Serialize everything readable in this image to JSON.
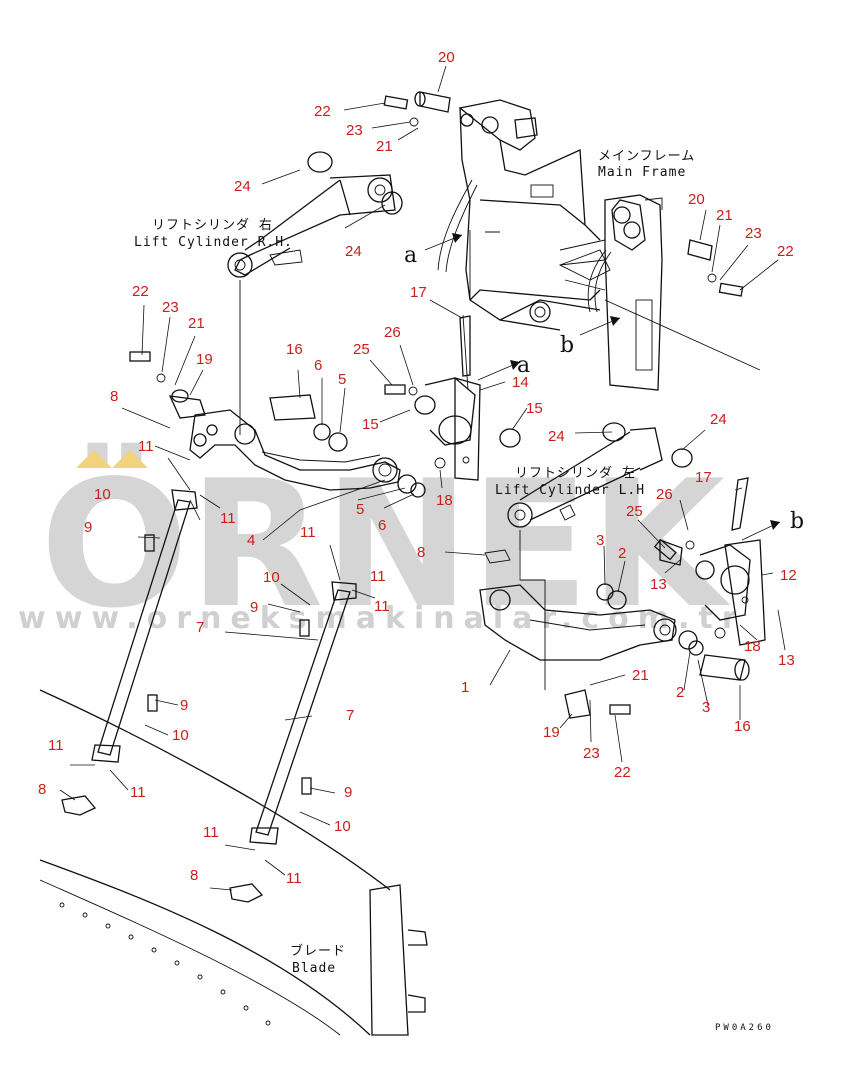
{
  "watermark": {
    "brand": "ÖRNEK",
    "url": "www.orneksmakinalar.com.tr"
  },
  "labels": {
    "main_frame_jp": "メインフレーム",
    "main_frame_en": "Main Frame",
    "lift_rh_jp": "リフトシリンダ 右",
    "lift_rh_en": "Lift Cylinder R.H.",
    "lift_lh_jp": "リフトシリンダ 左",
    "lift_lh_en": "Lift Cylinder L.H",
    "blade_jp": "ブレード",
    "blade_en": "Blade",
    "arrow_a": "a",
    "arrow_b": "b",
    "drawing_code": "PW0A260"
  },
  "callouts": [
    "20",
    "22",
    "23",
    "21",
    "24",
    "24",
    "20",
    "21",
    "23",
    "22",
    "17",
    "26",
    "25",
    "14",
    "15",
    "15",
    "16",
    "6",
    "5",
    "22",
    "23",
    "21",
    "19",
    "8",
    "11",
    "11",
    "10",
    "9",
    "4",
    "5",
    "6",
    "11",
    "18",
    "24",
    "24",
    "17",
    "26",
    "25",
    "3",
    "2",
    "13",
    "12",
    "18",
    "13",
    "10",
    "9",
    "11",
    "11",
    "8",
    "7",
    "9",
    "10",
    "11",
    "11",
    "8",
    "7",
    "9",
    "10",
    "1",
    "21",
    "2",
    "3",
    "16",
    "19",
    "23",
    "22",
    "11",
    "11",
    "8"
  ],
  "colors": {
    "callout": "#c8201a",
    "line": "#111111",
    "watermark": "#d5d5d5",
    "watermark_accent": "#f2d27a"
  }
}
